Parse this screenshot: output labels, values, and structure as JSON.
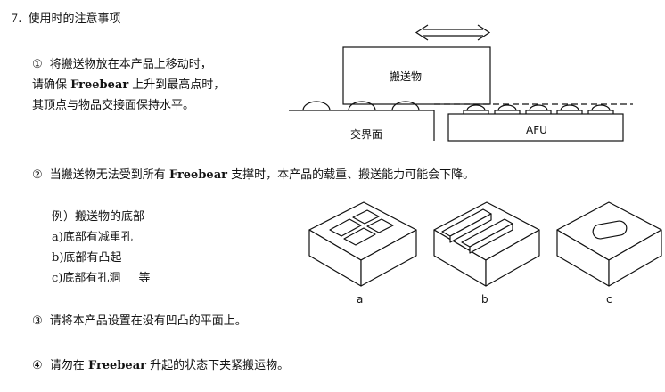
{
  "section": {
    "number": "7.",
    "title": "使用时的注意事项"
  },
  "note1": {
    "marker": "①",
    "line1_pre": "将搬送物放在本产品上移动时，",
    "line2_pre": "请确保 ",
    "brand": "Freebear",
    "line2_post": " 上升到最高点时，",
    "line3": "其顶点与物品交接面保持水平。"
  },
  "diagram1": {
    "object_label": "搬送物",
    "boundary_label": "交界面",
    "unit_label": "AFU"
  },
  "note2": {
    "marker": "②",
    "pre": "当搬送物无法受到所有 ",
    "brand": "Freebear",
    "post": " 支撑时，本产品的载重、搬送能力可能会下降。"
  },
  "examples": {
    "intro": "例）搬送物的底部",
    "a": "a)底部有减重孔",
    "b": "b)底部有凸起",
    "c_pre": "c)底部有孔洞",
    "c_post": "等"
  },
  "diagram2": {
    "label_a": "a",
    "label_b": "b",
    "label_c": "c"
  },
  "note3": {
    "marker": "③",
    "text": "请将本产品设置在没有凹凸的平面上。"
  },
  "note4": {
    "marker": "④",
    "pre": "请勿在 ",
    "brand": "Freebear",
    "post": " 升起的状态下夹紧搬运物。"
  }
}
